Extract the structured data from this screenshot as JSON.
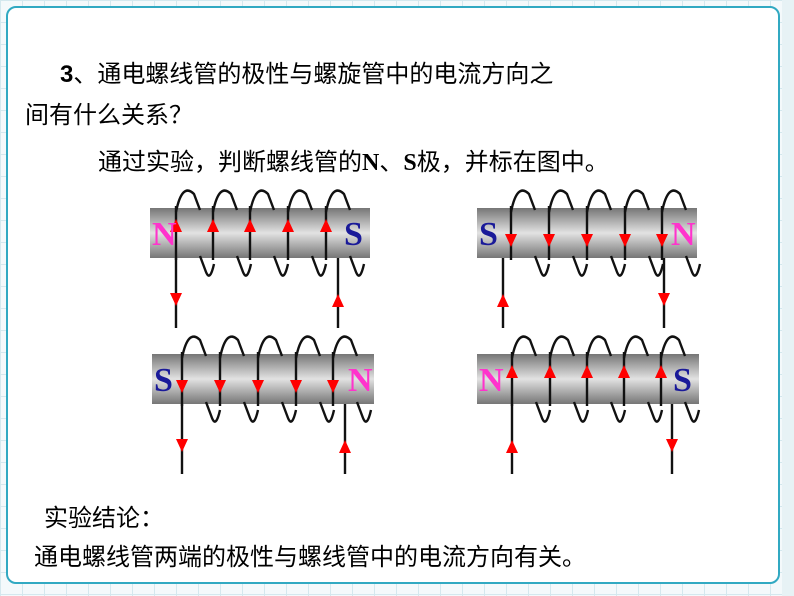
{
  "question": {
    "number": "3",
    "line1": "、通电螺线管的极性与螺旋管中的电流方向之",
    "line2": "间有什么关系？"
  },
  "instruction": {
    "prefix": "通过实验，判断螺线管的",
    "n_letter": "N",
    "sep": "、",
    "s_letter": "S",
    "suffix": "极，并标在图中。"
  },
  "solenoids": [
    {
      "left_pole": "N",
      "right_pole": "S",
      "left_color": "#ff33cc",
      "right_color": "#1a1a99",
      "current_on_coils": "up"
    },
    {
      "left_pole": "S",
      "right_pole": "N",
      "left_color": "#1a1a99",
      "right_color": "#ff33cc",
      "current_on_coils": "down"
    },
    {
      "left_pole": "S",
      "right_pole": "N",
      "left_color": "#1a1a99",
      "right_color": "#ff33cc",
      "current_on_coils": "down"
    },
    {
      "left_pole": "N",
      "right_pole": "S",
      "left_color": "#ff33cc",
      "right_color": "#1a1a99",
      "current_on_coils": "up"
    }
  ],
  "conclusion": {
    "title": "实验结论：",
    "text": "通电螺线管两端的极性与螺线管中的电流方向有关。"
  },
  "colors": {
    "arrow": "#ff0000",
    "coil": "#111111",
    "bar_dark": "#6e6e6e",
    "bar_light": "#dedede",
    "north": "#ff33cc",
    "south": "#1a1a99",
    "border": "#31a9c2"
  }
}
